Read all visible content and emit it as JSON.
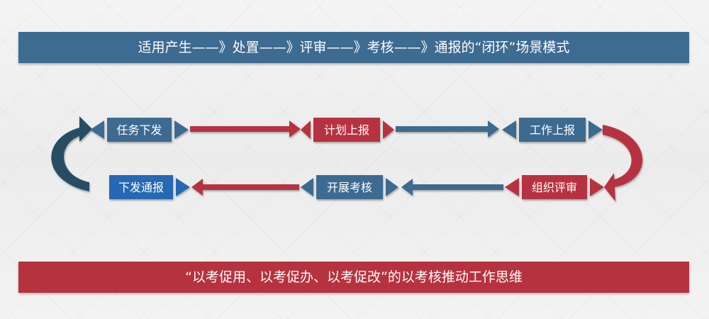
{
  "top_banner": {
    "text": "适用产生——》处置——》评审——》考核——》通报的“闭环”场景模式"
  },
  "bottom_banner": {
    "text": "“以考促用、以考促办、以考促改”的以考核推动工作思维"
  },
  "nodes": [
    {
      "id": "task",
      "label": "任务下发"
    },
    {
      "id": "plan",
      "label": "计划上报"
    },
    {
      "id": "work",
      "label": "工作上报"
    },
    {
      "id": "review",
      "label": "组织评审"
    },
    {
      "id": "assess",
      "label": "开展考核"
    },
    {
      "id": "notify",
      "label": "下发通报"
    }
  ],
  "colors": {
    "blue": "#3d6b91",
    "red": "#b7323f",
    "bright_blue": "#2567b3",
    "dark_teal": "#274e63"
  }
}
